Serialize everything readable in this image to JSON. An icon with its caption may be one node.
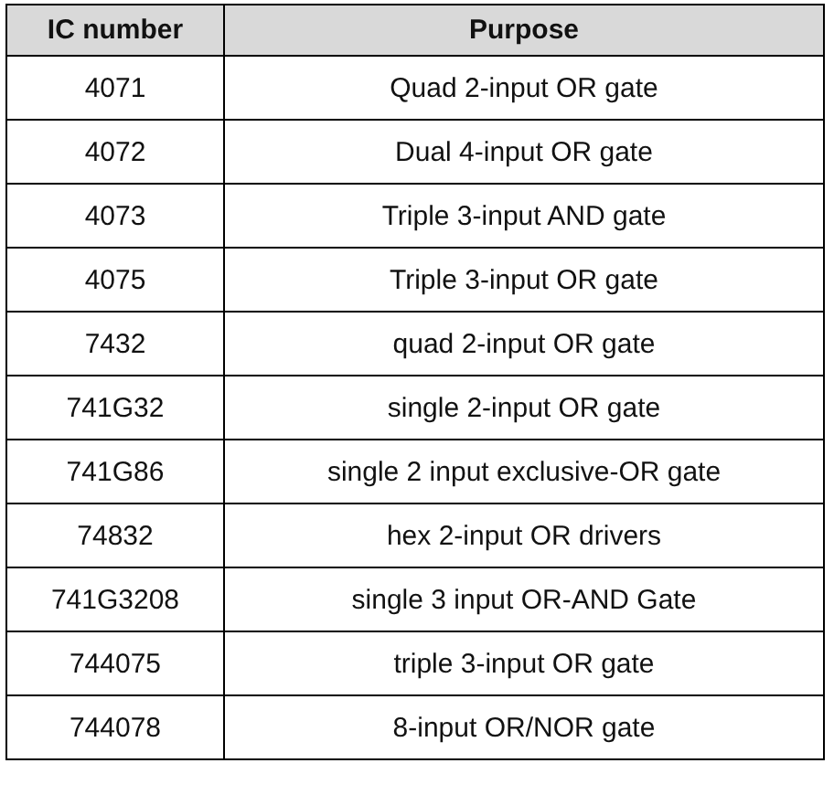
{
  "diagram": {
    "labels": [
      "IC number",
      "Purpose",
      "4071",
      "Quad 2-input OR gate",
      "4072",
      "Dual 4-input OR gate",
      "4073",
      "Triple 3-input AND gate",
      "4075",
      "Triple 3-input OR gate",
      "7432",
      "quad 2-input OR gate",
      "741G32",
      "single 2-input OR gate",
      "741G86",
      "single 2 input exclusive-OR gate",
      "74832",
      "hex 2-input OR drivers",
      "741G3208",
      "single 3 input OR-AND Gate",
      "744075",
      "triple 3-input OR gate",
      "744078",
      "8-input OR/NOR gate"
    ]
  }
}
